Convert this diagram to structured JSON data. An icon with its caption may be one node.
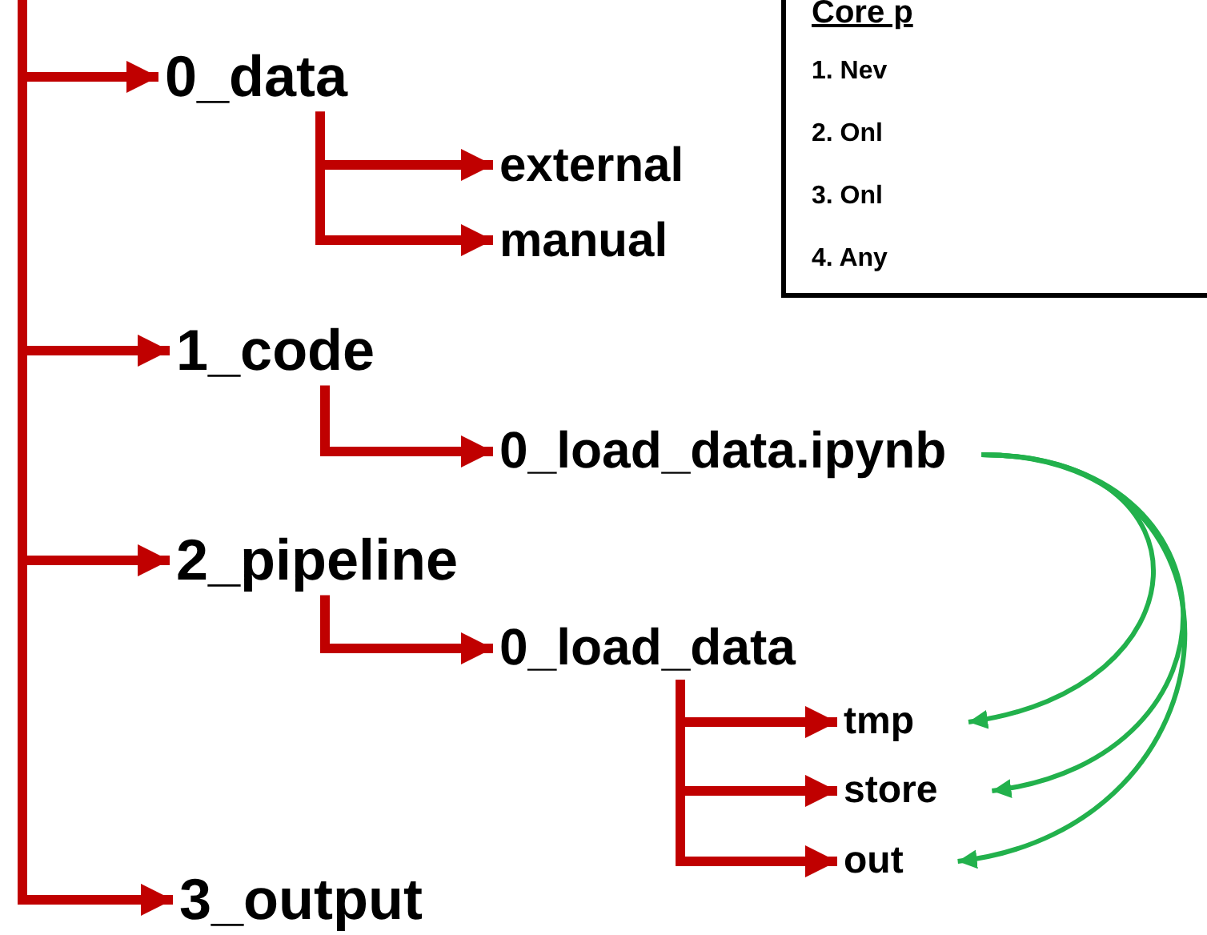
{
  "diagram": {
    "nodes": [
      {
        "text": [
          "0_data"
        ]
      },
      {
        "text": [
          "external"
        ]
      },
      {
        "text": [
          "manual"
        ]
      },
      {
        "text": [
          "1_code"
        ]
      },
      {
        "text": [
          "0_load_data.ipynb"
        ]
      },
      {
        "text": [
          "2_pipeline"
        ]
      },
      {
        "text": [
          "0_load_data"
        ]
      },
      {
        "text": [
          "tmp"
        ]
      },
      {
        "text": [
          "store"
        ]
      },
      {
        "text": [
          "out"
        ]
      },
      {
        "text": [
          "3_output"
        ]
      },
      {
        "text": [
          "Core p",
          "1. Nev",
          "2. Onl",
          "3. Onl",
          "4. Any"
        ]
      }
    ],
    "edges": [
      {
        "from": null,
        "to": 0,
        "arrow": "to"
      },
      {
        "from": 0,
        "to": 1,
        "arrow": "to"
      },
      {
        "from": 0,
        "to": 2,
        "arrow": "to"
      },
      {
        "from": null,
        "to": 3,
        "arrow": "to"
      },
      {
        "from": 3,
        "to": 4,
        "arrow": "to"
      },
      {
        "from": null,
        "to": 5,
        "arrow": "to"
      },
      {
        "from": 5,
        "to": 6,
        "arrow": "to"
      },
      {
        "from": 6,
        "to": 7,
        "arrow": "to"
      },
      {
        "from": 6,
        "to": 8,
        "arrow": "to"
      },
      {
        "from": 6,
        "to": 9,
        "arrow": "to"
      },
      {
        "from": null,
        "to": 10,
        "arrow": "to"
      },
      {
        "from": 4,
        "to": 7,
        "arrow": "to",
        "color": "#22b14c"
      },
      {
        "from": 4,
        "to": 8,
        "arrow": "to",
        "color": "#22b14c"
      },
      {
        "from": 4,
        "to": 9,
        "arrow": "to",
        "color": "#22b14c"
      }
    ]
  }
}
